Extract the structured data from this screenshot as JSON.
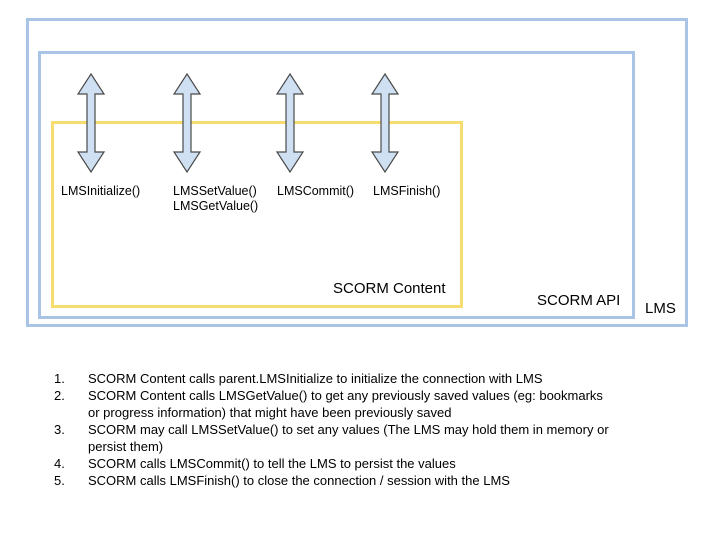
{
  "diagram": {
    "boxes": {
      "lms": "LMS",
      "api": "SCORM API",
      "content": "SCORM Content"
    },
    "functions": [
      {
        "lines": [
          "LMSInitialize()"
        ]
      },
      {
        "lines": [
          "LMSSetValue()",
          "LMSGetValue()"
        ]
      },
      {
        "lines": [
          "LMSCommit()"
        ]
      },
      {
        "lines": [
          "LMSFinish()"
        ]
      }
    ],
    "colors": {
      "api_border": "#a9c4e6",
      "content_border": "#f7dc70",
      "arrow_fill": "#cfe0f3",
      "arrow_stroke": "#4a4a4a"
    },
    "arrow_icon": "double-headed-vertical-arrow-icon"
  },
  "steps": [
    {
      "number": "1.",
      "text": "SCORM Content calls parent.LMSInitialize to initialize the connection with LMS"
    },
    {
      "number": "2.",
      "text": "SCORM Content calls LMSGetValue() to get any previously saved values (eg: bookmarks or progress information) that might have been previously saved"
    },
    {
      "number": "3.",
      "text": "SCORM may call LMSSetValue() to set any values (The LMS may hold them in memory or persist them)"
    },
    {
      "number": "4.",
      "text": "SCORM calls LMSCommit() to tell the LMS to persist the values"
    },
    {
      "number": "5.",
      "text": "SCORM calls LMSFinish() to close the connection / session with the LMS"
    }
  ]
}
